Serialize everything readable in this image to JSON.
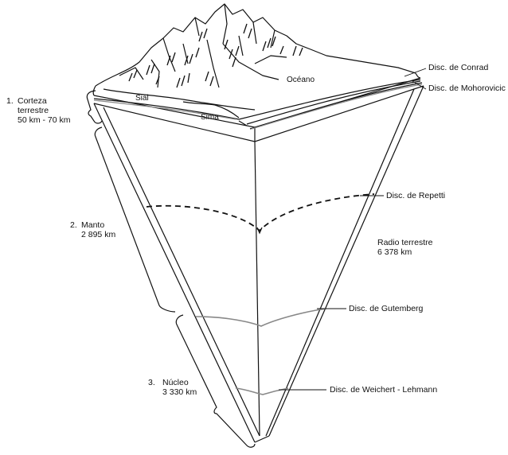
{
  "layers": {
    "crust": {
      "number": "1.",
      "name": "Corteza",
      "name2": "terrestre",
      "thickness": "50 km - 70 km"
    },
    "mantle": {
      "number": "2.",
      "name": "Manto",
      "thickness": "2 895 km"
    },
    "core": {
      "number": "3.",
      "name": "Núcleo",
      "thickness": "3 330 km"
    }
  },
  "surface": {
    "sial": "Sial",
    "sima": "Sima",
    "ocean": "Océano"
  },
  "discontinuities": {
    "conrad": "Disc. de Conrad",
    "mohorovicic": "Disc. de Mohorovicic",
    "repetti": "Disc. de Repetti",
    "gutemberg": "Disc. de Gutemberg",
    "weichert": "Disc. de Weichert - Lehmann"
  },
  "radius": {
    "label": "Radio terrestre",
    "value": "6 378 km"
  }
}
